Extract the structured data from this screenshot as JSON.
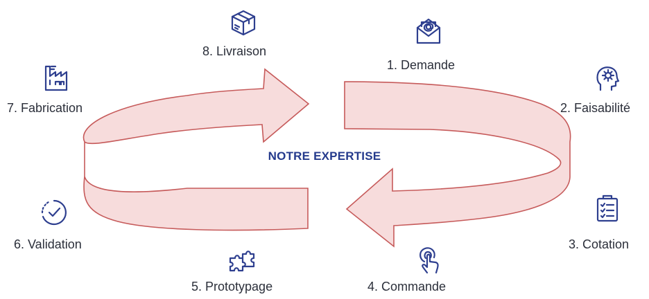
{
  "center_label": "NOTRE EXPERTISE",
  "colors": {
    "arrow_stroke": "#c65a5a",
    "arrow_fill": "#f7dcdc",
    "icon": "#2e3f8f",
    "title": "#243a8c",
    "text": "#2b2f3a"
  },
  "steps": [
    {
      "label": "1. Demande",
      "icon": "envelope-at-icon"
    },
    {
      "label": "2. Faisabilité",
      "icon": "head-gear-icon"
    },
    {
      "label": "3. Cotation",
      "icon": "clipboard-checklist-icon"
    },
    {
      "label": "4. Commande",
      "icon": "touch-pointer-icon"
    },
    {
      "label": "5. Prototypage",
      "icon": "puzzle-piece-icon"
    },
    {
      "label": "6. Validation",
      "icon": "check-circle-icon"
    },
    {
      "label": "7. Fabrication",
      "icon": "factory-icon"
    },
    {
      "label": "8. Livraison",
      "icon": "package-box-icon"
    }
  ]
}
